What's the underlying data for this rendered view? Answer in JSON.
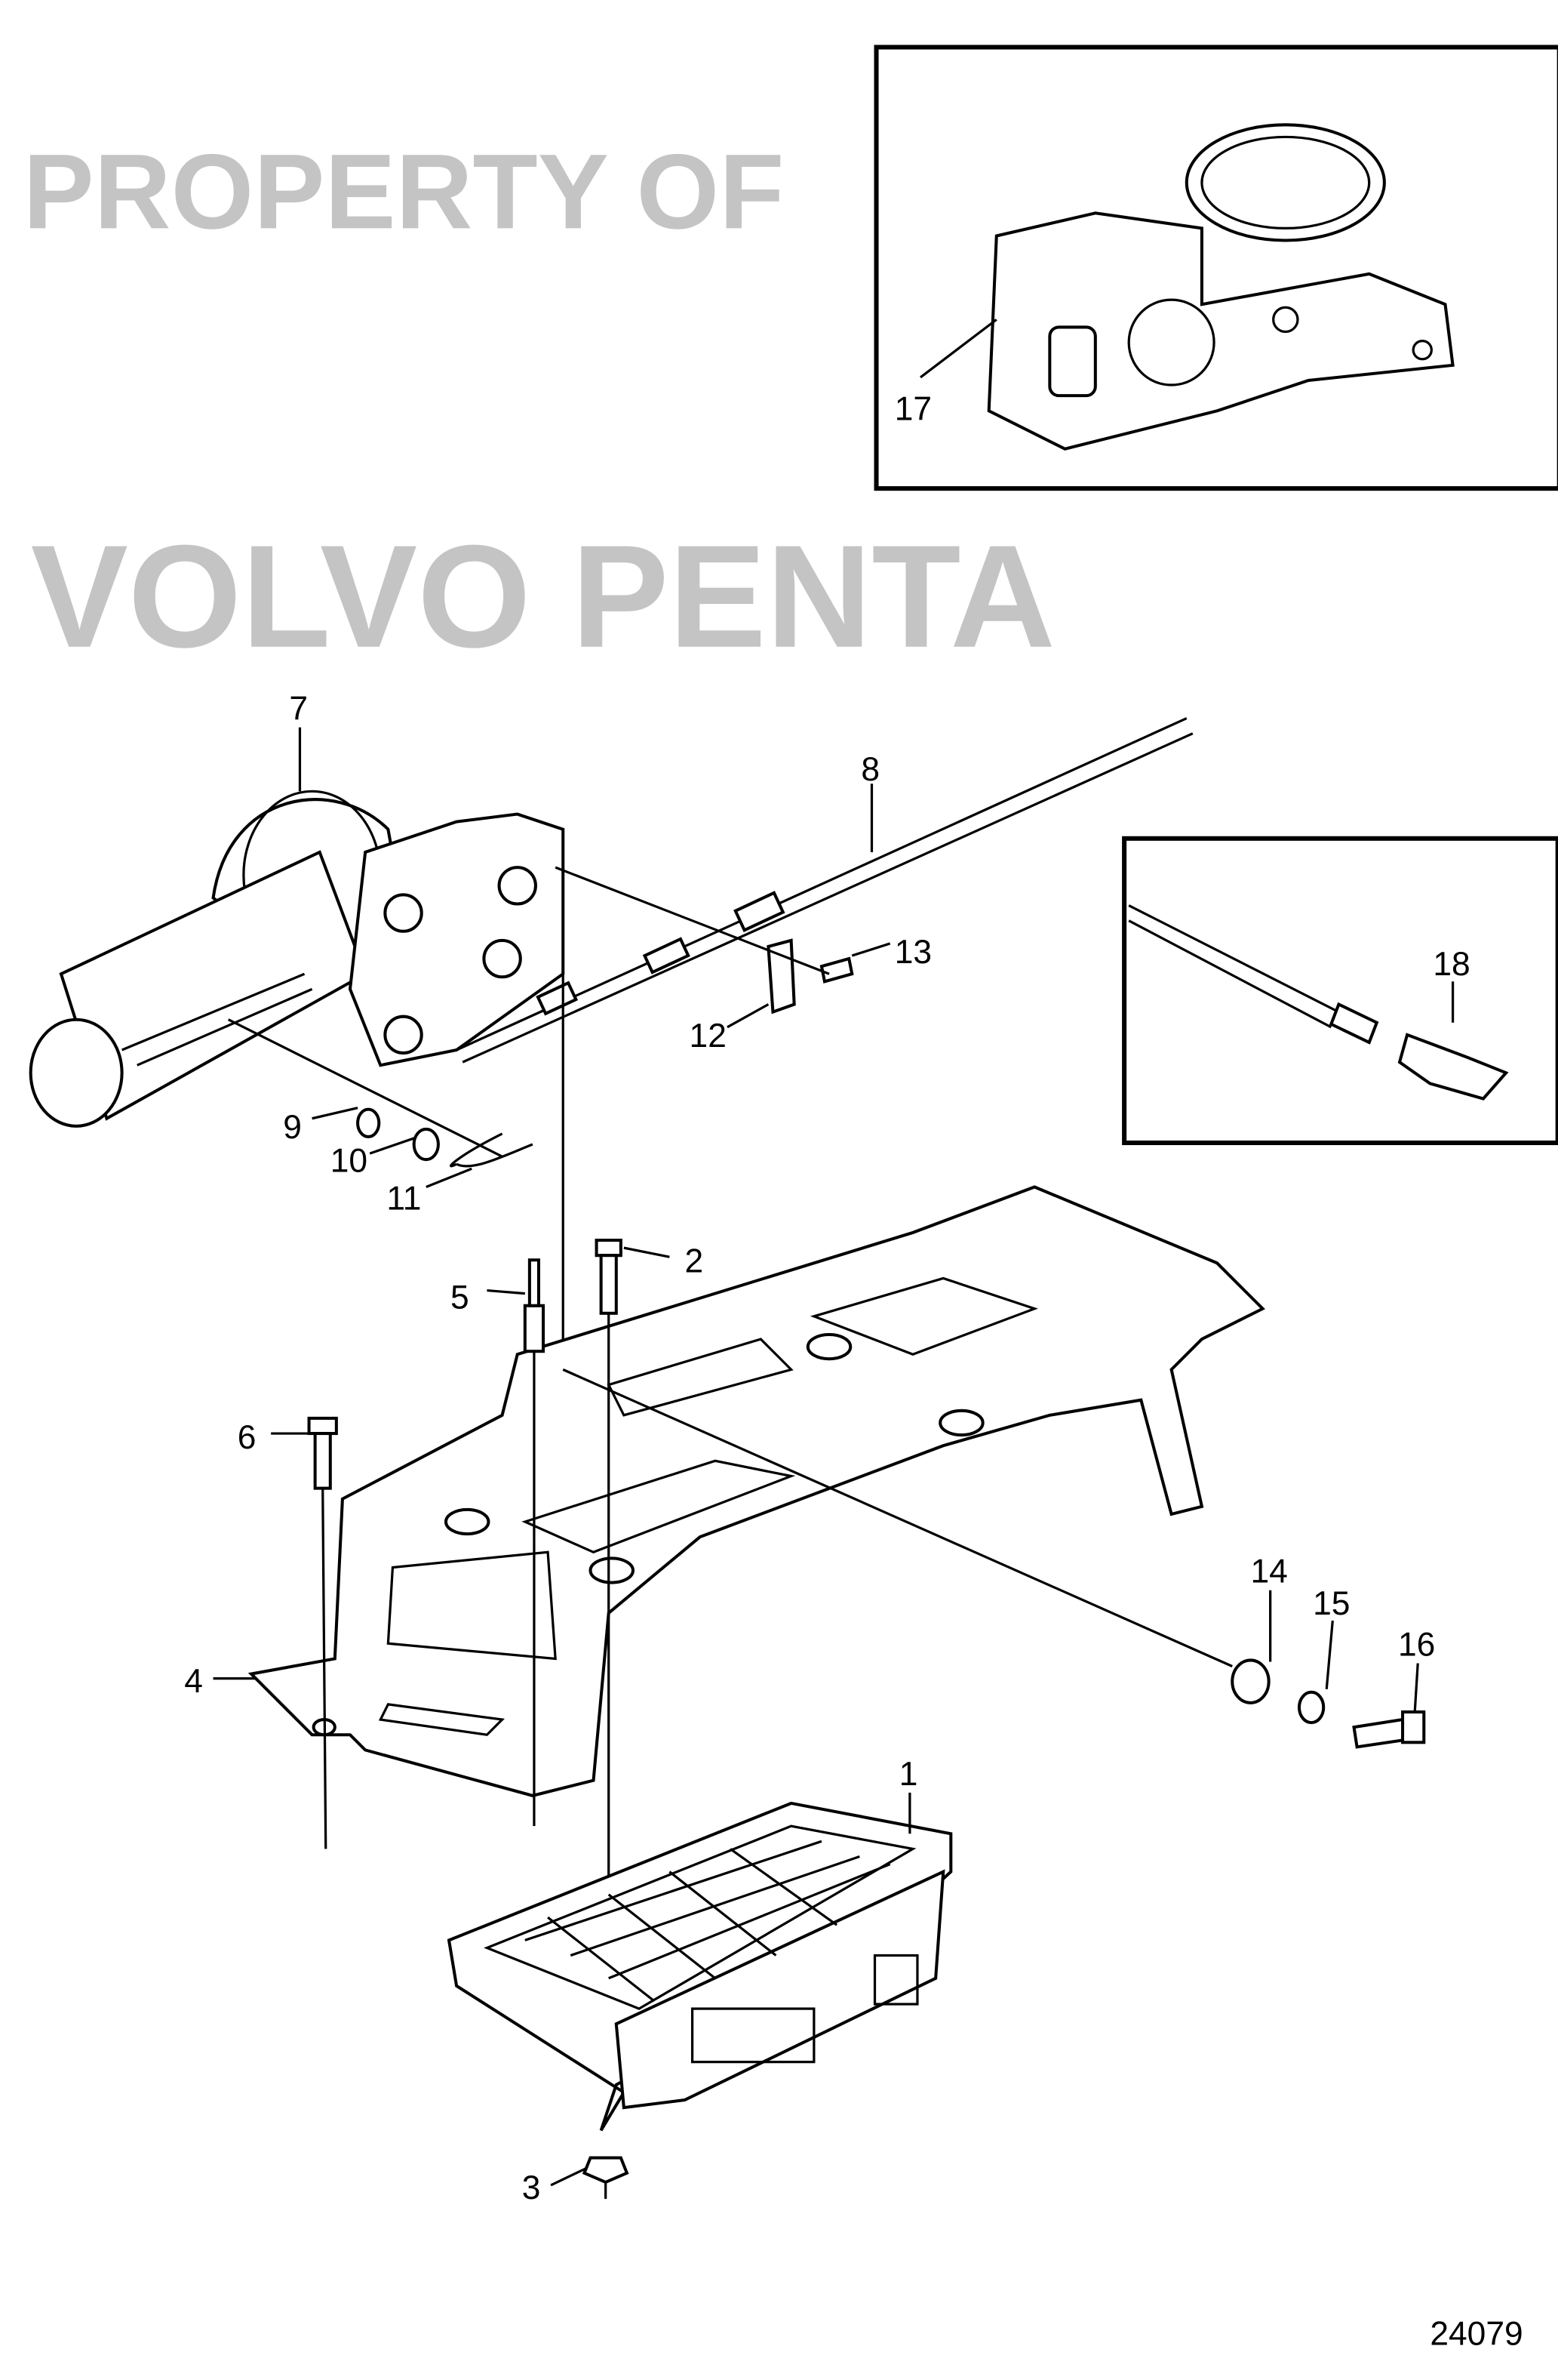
{
  "diagram": {
    "drawing_number": "24079",
    "watermark": [
      "PROPERTY OF",
      "VOLVO PENTA"
    ],
    "callouts": [
      "1",
      "2",
      "3",
      "4",
      "5",
      "6",
      "7",
      "8",
      "9",
      "10",
      "11",
      "12",
      "13",
      "14",
      "15",
      "16",
      "17",
      "18"
    ]
  }
}
